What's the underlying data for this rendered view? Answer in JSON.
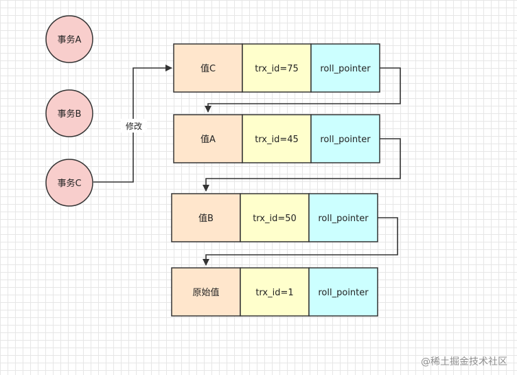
{
  "transactions": [
    {
      "id": "A",
      "label": "事务A"
    },
    {
      "id": "B",
      "label": "事务B"
    },
    {
      "id": "C",
      "label": "事务C"
    }
  ],
  "edge_label": "修改",
  "versions": [
    {
      "value": "值C",
      "trx": "trx_id=75",
      "pointer": "roll_pointer"
    },
    {
      "value": "值A",
      "trx": "trx_id=45",
      "pointer": "roll_pointer"
    },
    {
      "value": "值B",
      "trx": "trx_id=50",
      "pointer": "roll_pointer"
    },
    {
      "value": "原始值",
      "trx": "trx_id=1",
      "pointer": "roll_pointer"
    }
  ],
  "colors": {
    "transaction_fill": "#f8cecc",
    "value_fill": "#ffe6cc",
    "trx_fill": "#ffffcc",
    "pointer_fill": "#ccffff",
    "stroke": "#333333"
  },
  "watermark": "@稀土掘金技术社区"
}
